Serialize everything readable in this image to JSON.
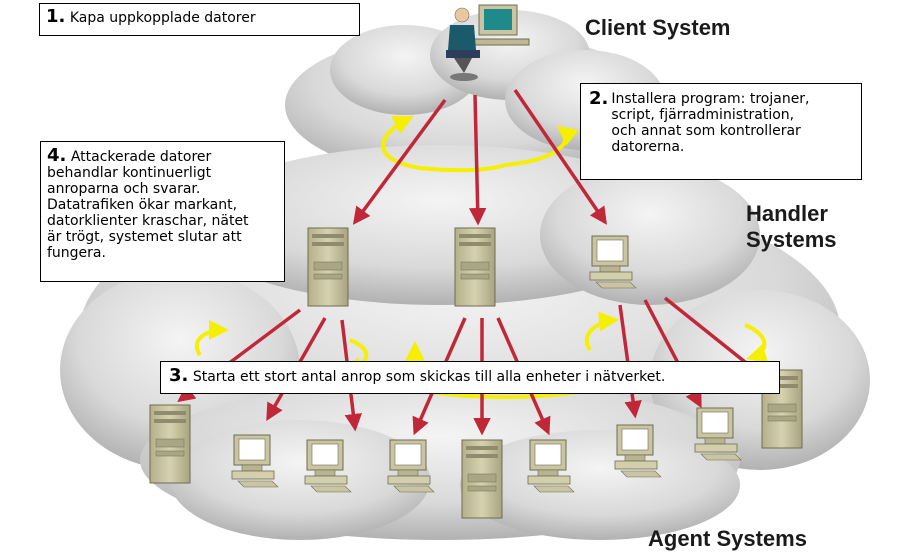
{
  "steps": {
    "step1": {
      "number": "1.",
      "text": "Kapa uppkopplade datorer"
    },
    "step2": {
      "number": "2.",
      "text": "Installera program: trojaner,\nscript, fjärradministration,\noch annat som kontrollerar\ndatorerna."
    },
    "step3": {
      "number": "3.",
      "text": "Starta ett stort antal anrop som skickas till alla enheter i nätverket."
    },
    "step4": {
      "number": "4.",
      "text": "Attackerade datorer\nbehandlar kontinuerligt\nanroparna och svarar.\nDatatrafiken ökar markant,\ndatorklienter kraschar, nätet\när trögt, systemet slutar att\nfungera."
    }
  },
  "labels": {
    "client": "Client System",
    "handler": "Handler\nSystems",
    "agent": "Agent Systems"
  },
  "colors": {
    "arrow": "#c0283a",
    "cycle": "#f5ef00",
    "cloud": "#d6d6d6",
    "machine": "#c9c5a2"
  },
  "icons": {
    "client": "user-at-computer-icon",
    "tower": "server-tower-icon",
    "desktop": "desktop-computer-icon"
  }
}
